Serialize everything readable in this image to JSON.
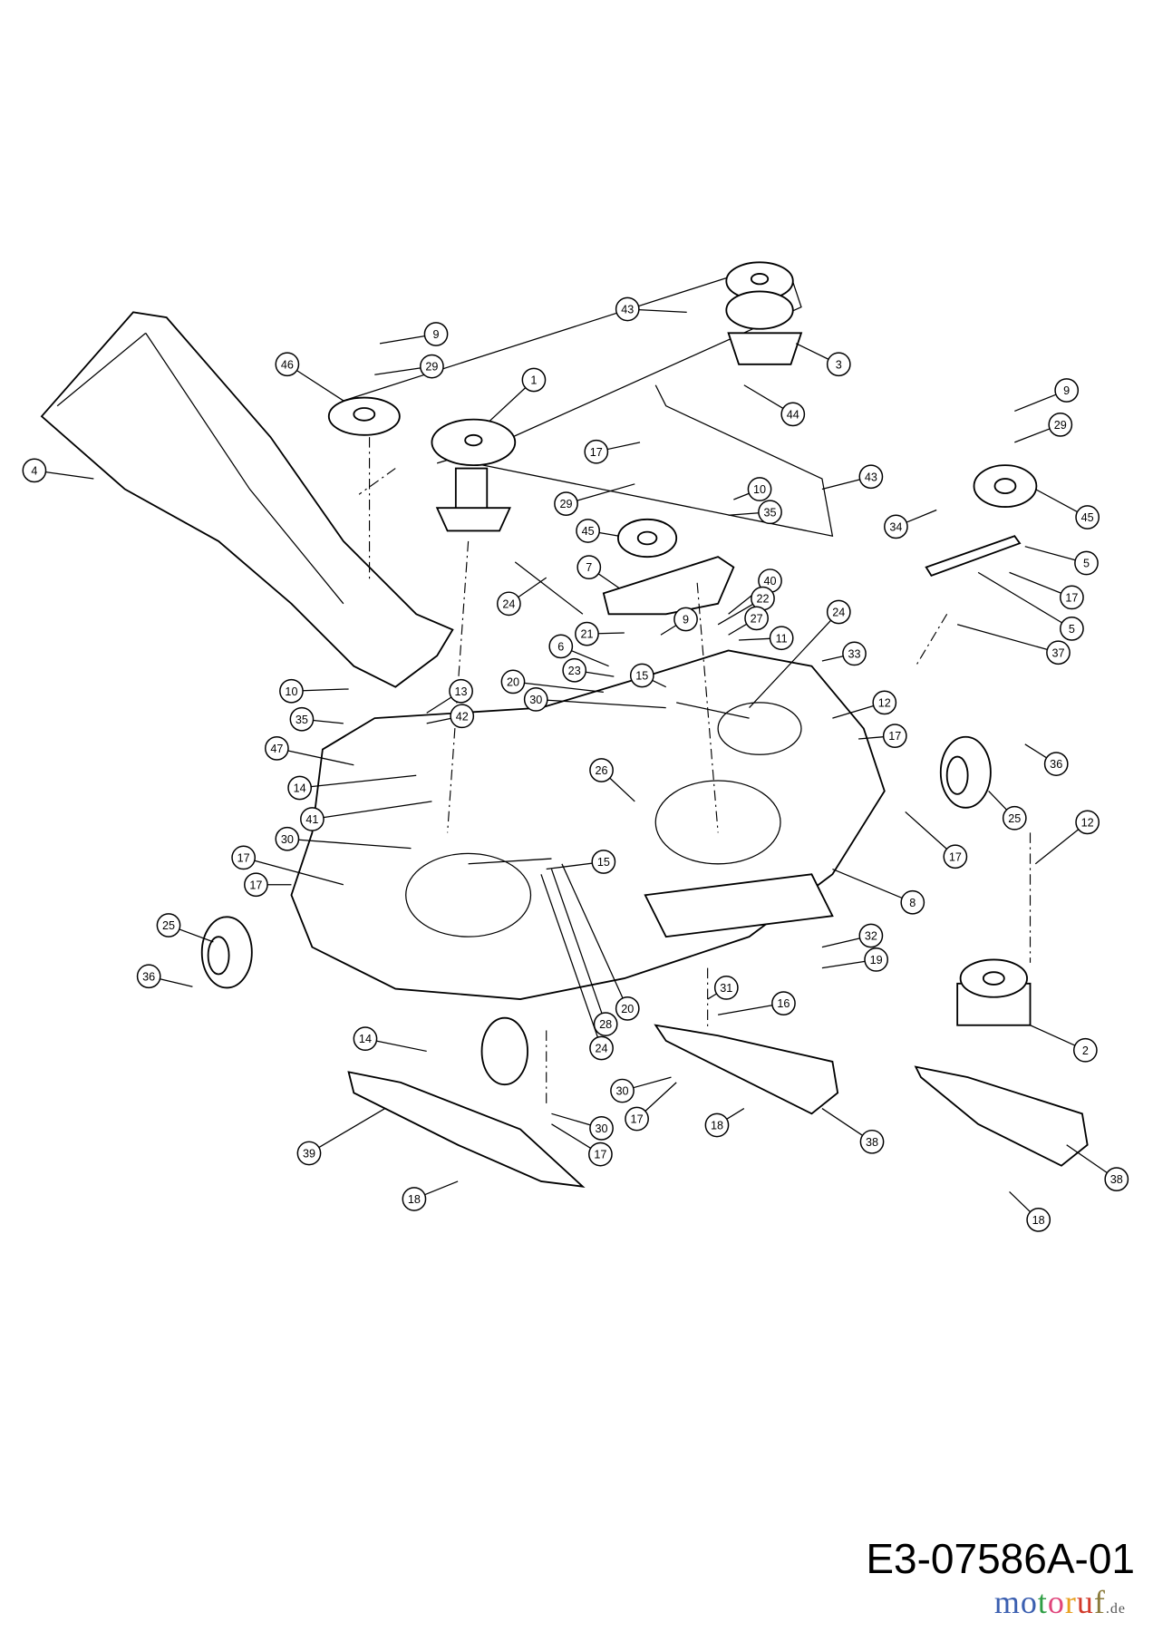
{
  "drawing_code": "E3-07586A-01",
  "watermark": {
    "letters": [
      "m",
      "o",
      "t",
      "o",
      "r",
      "u",
      "f"
    ],
    "suffix": ".de",
    "colors": [
      "#3b5fb0",
      "#3b5fb0",
      "#2e9e44",
      "#e0457b",
      "#e8a020",
      "#d23a2a",
      "#8a7a3a"
    ]
  },
  "callouts": [
    "1",
    "3",
    "4",
    "46",
    "9",
    "29",
    "43",
    "44",
    "43",
    "17",
    "29",
    "10",
    "35",
    "45",
    "9",
    "29",
    "45",
    "34",
    "5",
    "17",
    "5",
    "37",
    "7",
    "40",
    "22",
    "27",
    "9",
    "21",
    "11",
    "24",
    "24",
    "6",
    "23",
    "15",
    "20",
    "30",
    "33",
    "12",
    "17",
    "36",
    "10",
    "13",
    "35",
    "42",
    "47",
    "14",
    "41",
    "26",
    "25",
    "17",
    "12",
    "30",
    "15",
    "17",
    "17",
    "8",
    "25",
    "36",
    "32",
    "19",
    "20",
    "28",
    "24",
    "31",
    "16",
    "2",
    "14",
    "30",
    "17",
    "18",
    "30",
    "17",
    "39",
    "38",
    "38",
    "18",
    "18"
  ]
}
